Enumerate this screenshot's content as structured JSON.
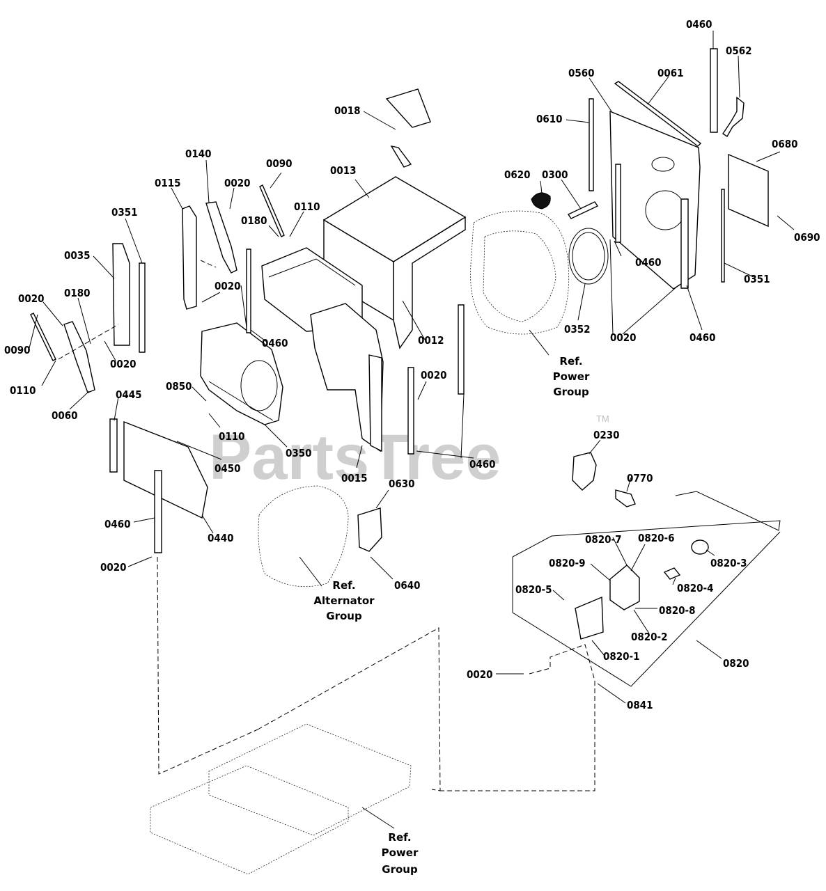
{
  "watermark": {
    "text": "PartsTree",
    "tm": "TM"
  },
  "labels": {
    "l0460_top": "0460",
    "l0562": "0562",
    "l0560": "0560",
    "l0061": "0061",
    "l0610": "0610",
    "l0680": "0680",
    "l0018": "0018",
    "l0620": "0620",
    "l0300": "0300",
    "l0690": "0690",
    "l0140": "0140",
    "l0090_a": "0090",
    "l0013": "0013",
    "l0115": "0115",
    "l0020_a": "0020",
    "l0110_a": "0110",
    "l0180_a": "0180",
    "l0351_a": "0351",
    "l0460_a": "0460",
    "l0035": "0035",
    "l0020_b": "0020",
    "l0351_b": "0351",
    "l0020_c": "0020",
    "l0180_b": "0180",
    "l0352": "0352",
    "l0012": "0012",
    "l0460_b": "0460",
    "l0020_d": "0020",
    "l0460_c": "0460",
    "l0090_b": "0090",
    "l0020_e": "0020",
    "l0110_b": "0110",
    "l0020_f": "0020",
    "l0850": "0850",
    "l0060": "0060",
    "l0445": "0445",
    "l0110_c": "0110",
    "l0230": "0230",
    "l0350": "0350",
    "l0460_d": "0460",
    "l0450": "0450",
    "l0015": "0015",
    "l0770": "0770",
    "l0630": "0630",
    "l0460_e": "0460",
    "l0440": "0440",
    "l0820_7": "0820-7",
    "l0820_6": "0820-6",
    "l0820_3": "0820-3",
    "l0820_9": "0820-9",
    "l0020_g": "0020",
    "l0640": "0640",
    "l0820_5": "0820-5",
    "l0820_4": "0820-4",
    "l0820_8": "0820-8",
    "l0820_2": "0820-2",
    "l0820_1": "0820-1",
    "l0820": "0820",
    "l0020_h": "0020",
    "l0841": "0841"
  },
  "refs": {
    "power_top": [
      "Ref.",
      "Power",
      "Group"
    ],
    "alternator": [
      "Ref.",
      "Alternator",
      "Group"
    ],
    "power_bottom": [
      "Ref.",
      "Power",
      "Group"
    ]
  }
}
